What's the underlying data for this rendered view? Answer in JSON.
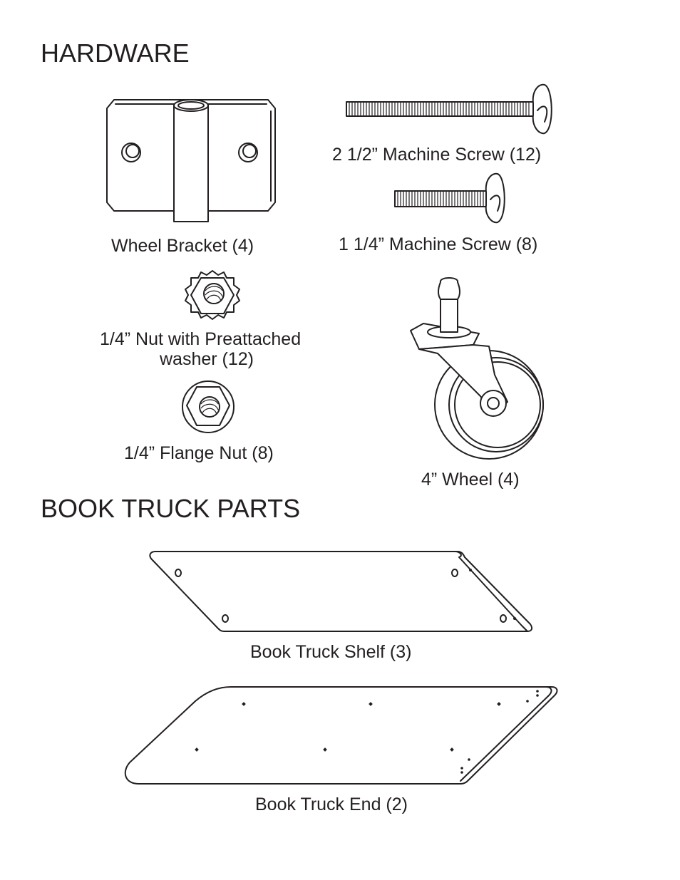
{
  "sections": {
    "hardware": "HARDWARE",
    "book_truck_parts": "BOOK TRUCK PARTS"
  },
  "parts": {
    "screw_long": "2 1/2” Machine Screw (12)",
    "screw_short": "1 1/4” Machine Screw (8)",
    "wheel_bracket": "Wheel Bracket (4)",
    "nut_washer_line1": "1/4” Nut with Preattached",
    "nut_washer_line2": "washer (12)",
    "flange_nut": "1/4” Flange Nut (8)",
    "wheel": "4” Wheel (4)",
    "shelf": "Book Truck Shelf (3)",
    "end": "Book Truck End (2)"
  }
}
